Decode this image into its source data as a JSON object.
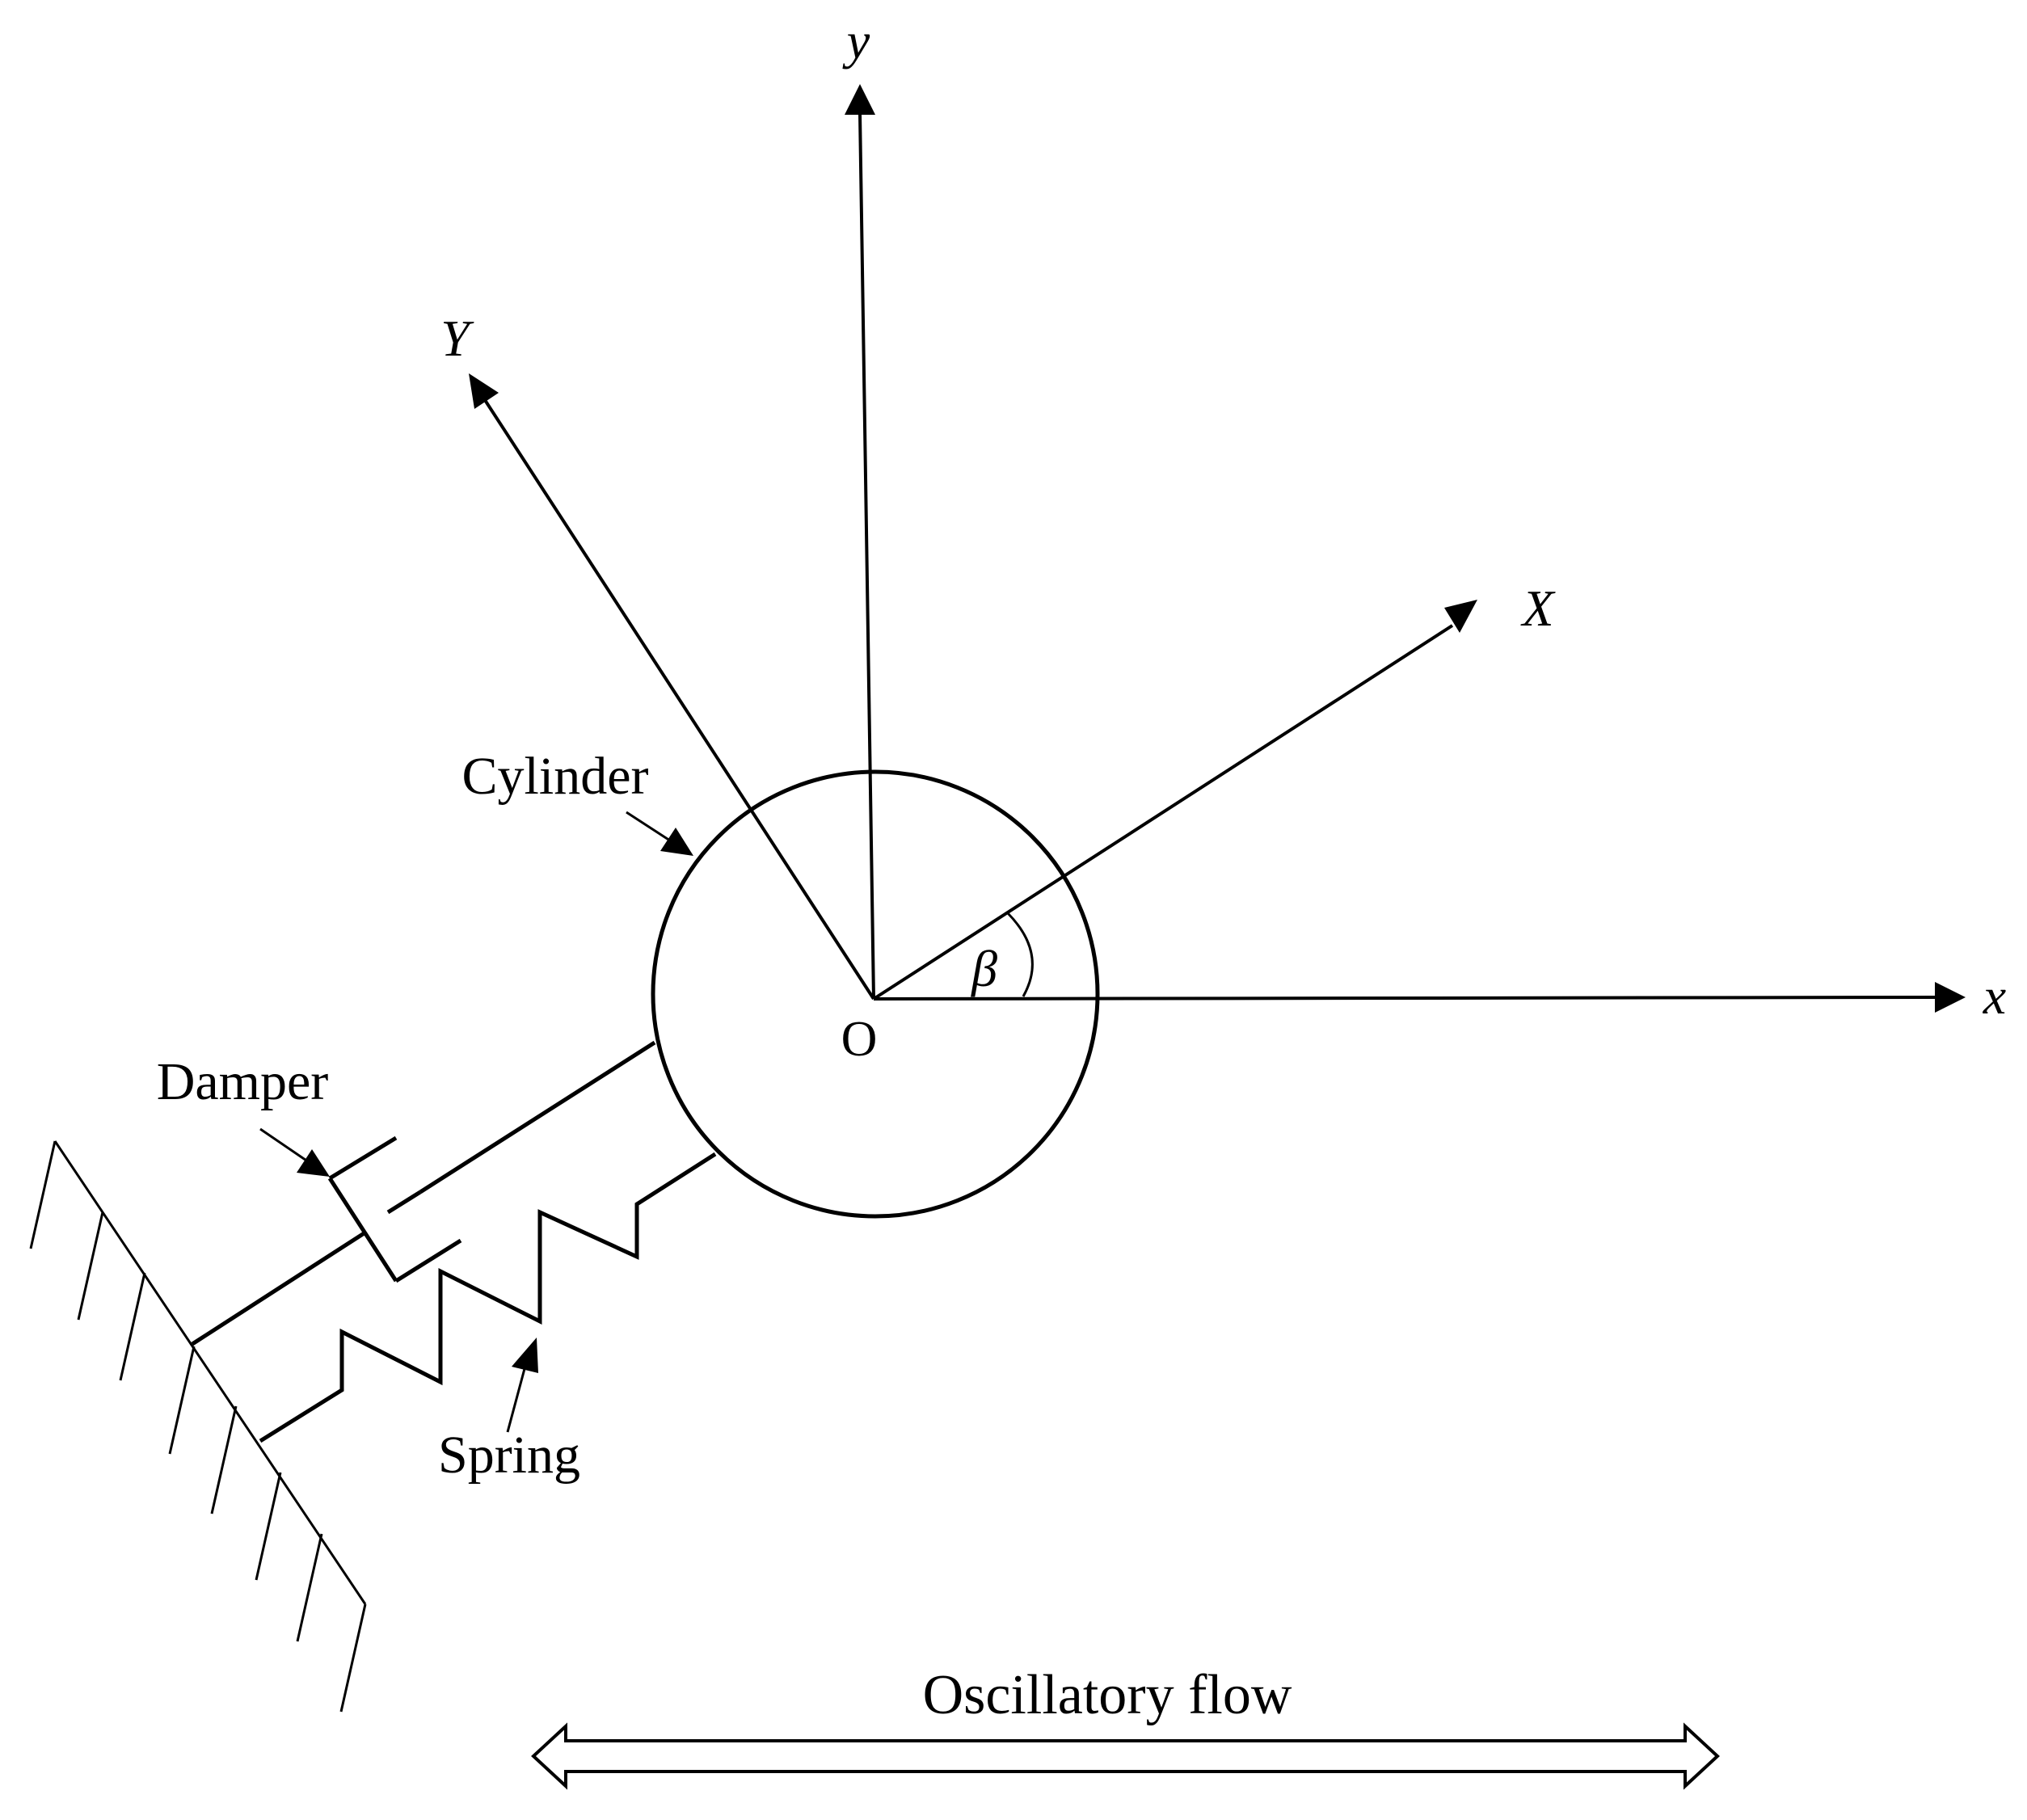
{
  "labels": {
    "y_axis": "y",
    "x_axis": "x",
    "Y_axis": "Y",
    "X_axis": "X",
    "origin": "O",
    "beta": "β",
    "cylinder": "Cylinder",
    "damper": "Damper",
    "spring": "Spring",
    "flow": "Oscillatory flow"
  },
  "colors": {
    "ink": "#000000",
    "background": "#ffffff"
  }
}
